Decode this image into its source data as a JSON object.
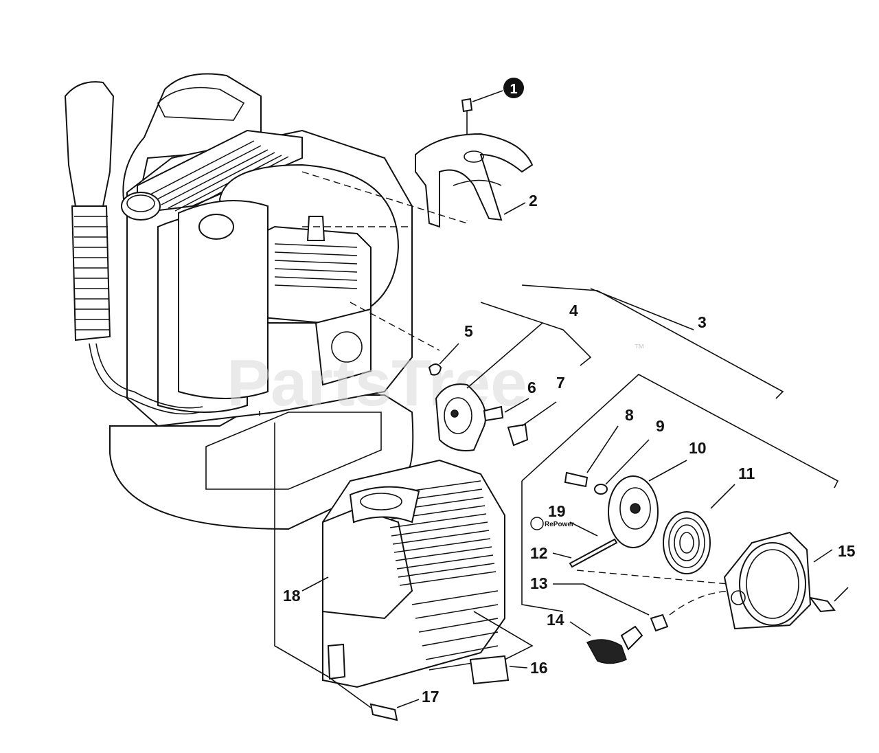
{
  "watermark": {
    "text": "PartsTree",
    "trademark": "™"
  },
  "callouts": {
    "c1": "1",
    "c2": "2",
    "c3": "3",
    "c4": "4",
    "c5": "5",
    "c6": "6",
    "c7": "7",
    "c8": "8",
    "c9": "9",
    "c10": "10",
    "c11": "11",
    "c12": "12",
    "c13": "13",
    "c14": "14",
    "c15": "15",
    "c16": "16",
    "c17": "17",
    "c18": "18",
    "c19": "19"
  },
  "logo_text": "RePower",
  "icons": [
    "engine-assembly-illustration",
    "recoil-starter-illustration",
    "fan-cover-illustration"
  ]
}
